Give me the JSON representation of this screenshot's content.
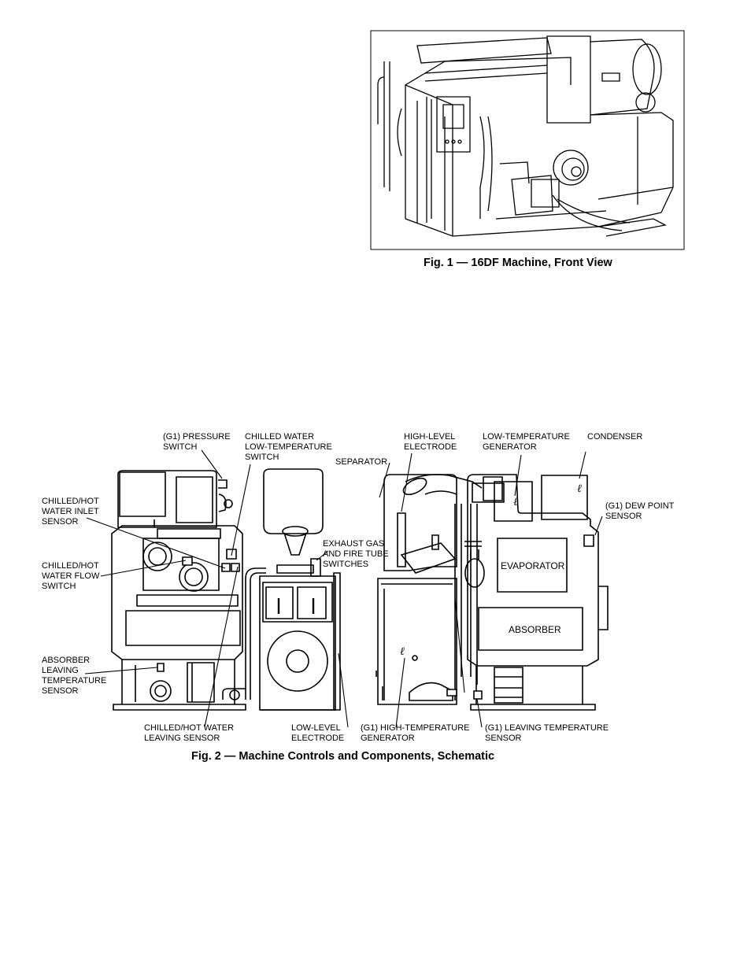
{
  "figure1": {
    "caption": "Fig. 1 — 16DF Machine, Front View"
  },
  "figure2": {
    "caption": "Fig. 2 — Machine Controls and Components, Schematic",
    "labels": {
      "g1_pressure_switch": [
        "(G1) PRESSURE",
        "SWITCH"
      ],
      "chilled_water_low_temp_switch": [
        "CHILLED WATER",
        "LOW-TEMPERATURE",
        "SWITCH"
      ],
      "separator": [
        "SEPARATOR"
      ],
      "high_level_electrode": [
        "HIGH-LEVEL",
        "ELECTRODE"
      ],
      "low_temp_generator": [
        "LOW-TEMPERATURE",
        "GENERATOR"
      ],
      "condenser": [
        "CONDENSER"
      ],
      "inlet_sensor": [
        "CHILLED/HOT",
        "WATER INLET",
        "SENSOR"
      ],
      "dew_point_sensor": [
        "(G1) DEW POINT",
        "SENSOR"
      ],
      "exhaust_gas": [
        "EXHAUST GAS",
        "AND FIRE TUBE",
        "SWITCHES"
      ],
      "flow_switch": [
        "CHILLED/HOT",
        "WATER FLOW",
        "SWITCH"
      ],
      "evaporator": [
        "EVAPORATOR"
      ],
      "absorber": [
        "ABSORBER"
      ],
      "absorber_leaving_sensor": [
        "ABSORBER",
        "LEAVING",
        "TEMPERATURE",
        "SENSOR"
      ],
      "leaving_sensor": [
        "CHILLED/HOT WATER",
        "LEAVING SENSOR"
      ],
      "low_level_electrode": [
        "LOW-LEVEL",
        "ELECTRODE"
      ],
      "high_temp_generator": [
        "(G1) HIGH-TEMPERATURE",
        "GENERATOR"
      ],
      "g1_leaving_temp_sensor": [
        "(G1) LEAVING TEMPERATURE",
        "SENSOR"
      ]
    }
  }
}
